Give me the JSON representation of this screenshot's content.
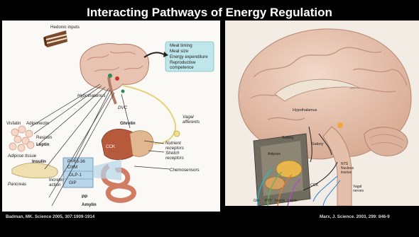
{
  "title": "Interacting Pathways of Energy Regulation",
  "left_diagram": {
    "hedonic_inputs": "Hedonic inputs",
    "hypothalamus": "Hypothalamus",
    "dvc": "DVC",
    "outputs": [
      "Meal timing",
      "Meal size",
      "Energy expenditure",
      "Reproductive",
      "competence"
    ],
    "vagal": [
      "Vagal",
      "afferents"
    ],
    "ghrelin": "Ghrelin",
    "nutrient": [
      "Nutrient",
      "receptors"
    ],
    "stretch": [
      "Stretch",
      "receptors"
    ],
    "cck": "CCK",
    "chemosensors": "Chemosensors",
    "visfatin": "Visfatin",
    "adiponectin": "Adiponectin",
    "resistin": "Resistin",
    "leptin": "Leptin",
    "adipose": "Adipose tissue",
    "insulin": "Insulin",
    "pancreas": "Pancreas",
    "pyy": [
      "PYY3-36",
      "OXM"
    ],
    "glp": "GLP-1",
    "gip": "GIP",
    "incretin": [
      "Incretin",
      "action"
    ],
    "pp": "PP",
    "amylin": "Amylin"
  },
  "right_diagram": {
    "hypothalamus": "Hypothalamus",
    "satiety_1": "Satiety",
    "satiety_2": "Satiety",
    "nts": [
      "NTS",
      "Nucleus",
      "tractus"
    ],
    "adipose": "Adipose",
    "cck": "CCK",
    "vagal_nerves": [
      "Vagal",
      "nerves"
    ],
    "bottom_labels": [
      "Ghr",
      "PYY",
      "Insulin",
      "Leptin"
    ]
  },
  "citations": {
    "left": "Badman, MK.  Science 2005, 307:1909-1914",
    "right": "Marx, J. Science. 2003, 299: 846-9"
  },
  "colors": {
    "background": "#000000",
    "output_box": "#bfe6ea",
    "hormone_box": "#b7d6ea",
    "brain": "#e9c3b2",
    "stomach": "#c86a4a"
  }
}
